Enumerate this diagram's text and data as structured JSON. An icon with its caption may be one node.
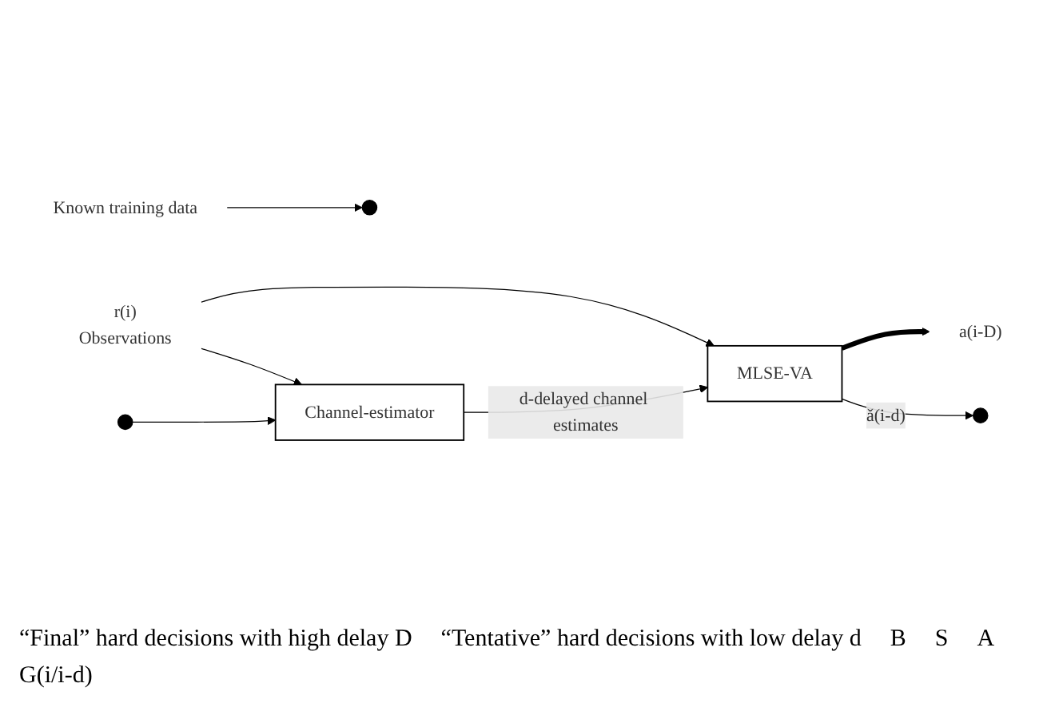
{
  "diagram": {
    "nodes": [
      {
        "text": [
          "r(i)",
          "Observations"
        ]
      },
      {
        "text": [
          "MLSE-VA"
        ]
      },
      {
        "text": [
          "a(i-D)"
        ]
      },
      {
        "text": [],
        "shape": "circle"
      },
      {
        "text": [],
        "shape": "circle"
      },
      {
        "text": [],
        "shape": "circle"
      },
      {
        "text": [
          "Known training data"
        ]
      },
      {
        "text": [
          "Channel-estimator"
        ]
      }
    ],
    "edges": [
      {
        "from": 0,
        "to": 1,
        "arrow": "to"
      },
      {
        "from": 0,
        "to": 7,
        "arrow": "to"
      },
      {
        "from": 1,
        "to": 2,
        "arrow": "to",
        "style": "thick"
      },
      {
        "from": 1,
        "to": 3,
        "arrow": "to",
        "label": "ǎ(i-d)"
      },
      {
        "from": 7,
        "to": 1,
        "arrow": "to",
        "label": "d-delayed channel estimates"
      },
      {
        "from": 6,
        "to": 5,
        "arrow": "to"
      },
      {
        "from": 4,
        "to": 7,
        "arrow": "to"
      }
    ],
    "labels": [
      "“Final” hard decisions with high delay D",
      "“Tentative” hard decisions with low delay d",
      "B",
      "S",
      "A",
      "G(i/i-d)"
    ]
  }
}
